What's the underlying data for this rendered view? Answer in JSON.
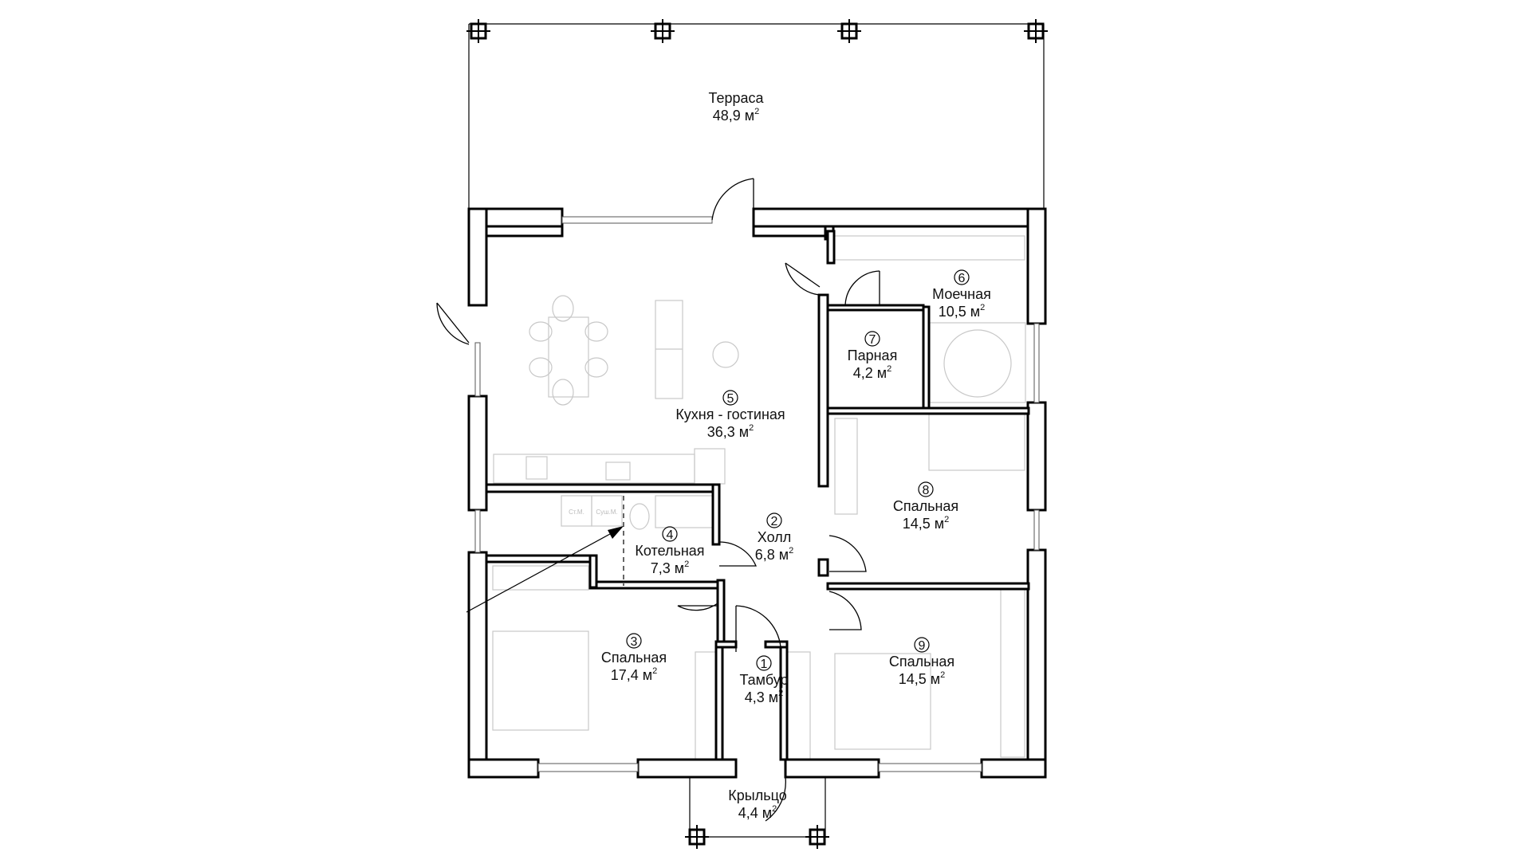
{
  "plan": {
    "unit": "м",
    "unit_power": "2",
    "rooms": [
      {
        "number": null,
        "name": "Терраса",
        "area": "48,9"
      },
      {
        "number": "5",
        "name": "Кухня - гостиная",
        "area": "36,3"
      },
      {
        "number": "6",
        "name": "Моечная",
        "area": "10,5"
      },
      {
        "number": "7",
        "name": "Парная",
        "area": "4,2"
      },
      {
        "number": "8",
        "name": "Спальная",
        "area": "14,5"
      },
      {
        "number": "2",
        "name": "Холл",
        "area": "6,8"
      },
      {
        "number": "4",
        "name": "Котельная",
        "area": "7,3"
      },
      {
        "number": "3",
        "name": "Спальная",
        "area": "17,4"
      },
      {
        "number": "9",
        "name": "Спальная",
        "area": "14,5"
      },
      {
        "number": "1",
        "name": "Тамбур",
        "area": "4,3"
      },
      {
        "number": null,
        "name": "Крыльцо",
        "area": "4,4"
      }
    ],
    "appliances": {
      "washer": "Ст.М.",
      "dryer": "Суш.М."
    }
  }
}
